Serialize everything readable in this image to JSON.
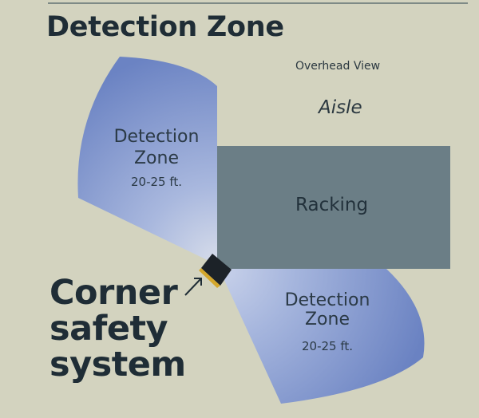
{
  "title": "Detection Zone",
  "overhead_view": "Overhead View",
  "aisle": "Aisle",
  "racking": "Racking",
  "zone_top": {
    "label": "Detection Zone",
    "distance": "20-25 ft."
  },
  "zone_bottom": {
    "label": "Detection Zone",
    "distance": "20-25 ft."
  },
  "device_label": "Corner safety system",
  "colors": {
    "background": "#d3d3bf",
    "zone_blue": "#6f86c4",
    "racking": "#6b7e86",
    "text_dark": "#1f2d36",
    "sensor_accent": "#d4a72c"
  }
}
